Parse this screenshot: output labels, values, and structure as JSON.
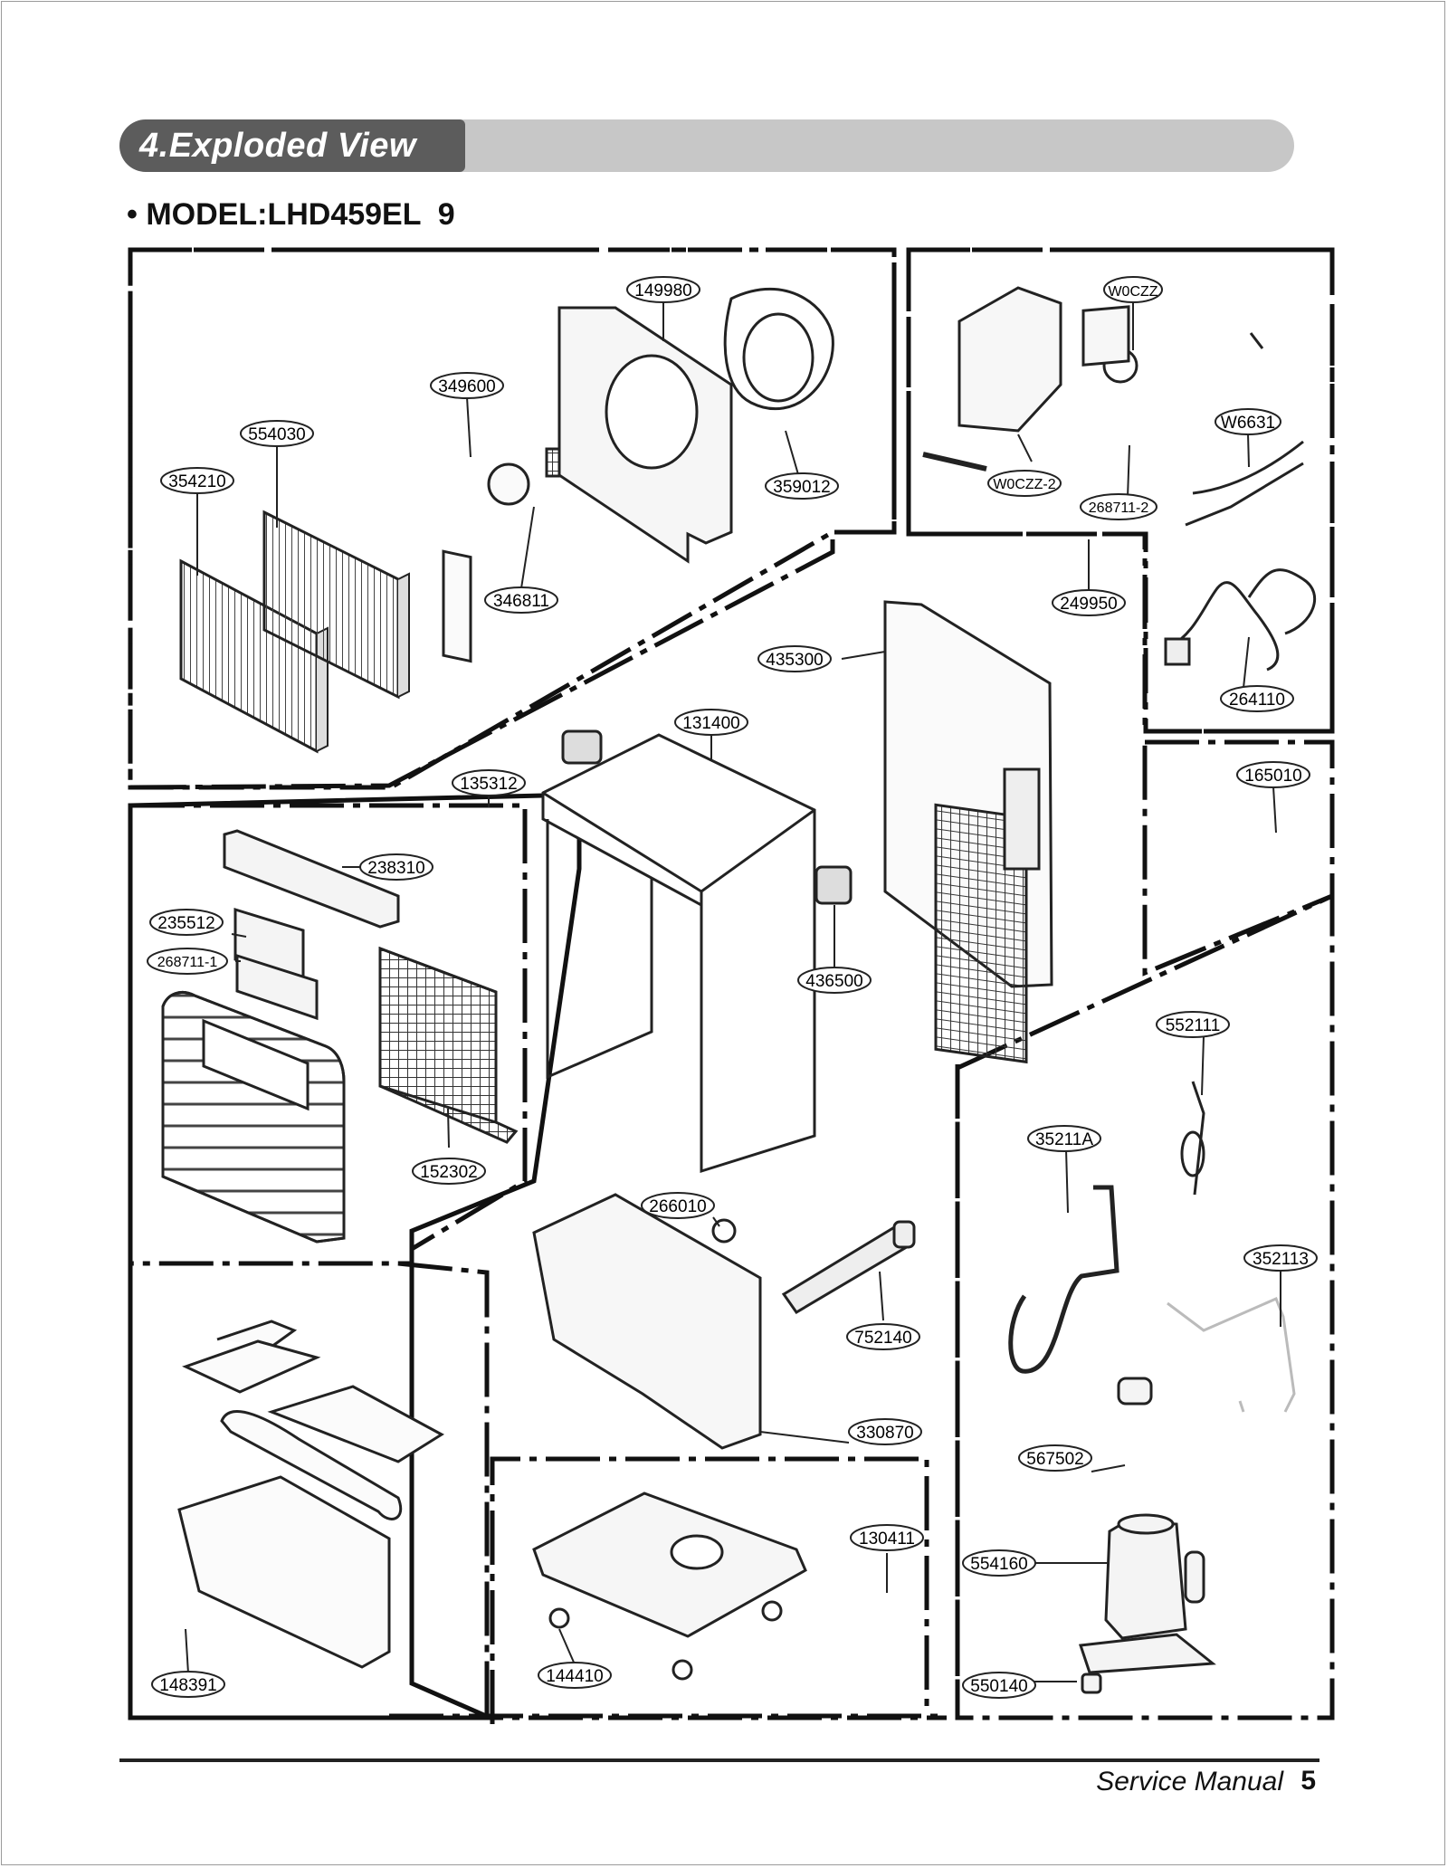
{
  "header": {
    "section_title": "4.Exploded View",
    "model_title": "• MODEL:LHD459EL  9"
  },
  "labels": {
    "l149980": "149980",
    "l349600": "349600",
    "l554030": "554030",
    "l354210": "354210",
    "l359012": "359012",
    "l346811": "346811",
    "lW0CZZ": "W0CZZ",
    "lW6631": "W6631",
    "lW0CZZ2": "W0CZZ-2",
    "l268711_2": "268711-2",
    "l249950": "249950",
    "l264110": "264110",
    "l435300": "435300",
    "l131400": "131400",
    "l135312": "135312",
    "l165010": "165010",
    "l238310": "238310",
    "l235512": "235512",
    "l268711_1": "268711-1",
    "l436500": "436500",
    "l552111": "552111",
    "l35211A": "35211A",
    "l152302": "152302",
    "l266010": "266010",
    "l352113": "352113",
    "l752140": "752140",
    "l330870": "330870",
    "l567502": "567502",
    "l130411": "130411",
    "l554160": "554160",
    "l148391": "148391",
    "l144410": "144410",
    "l550140": "550140"
  },
  "footer": {
    "manual": "Service Manual",
    "page": "5"
  }
}
